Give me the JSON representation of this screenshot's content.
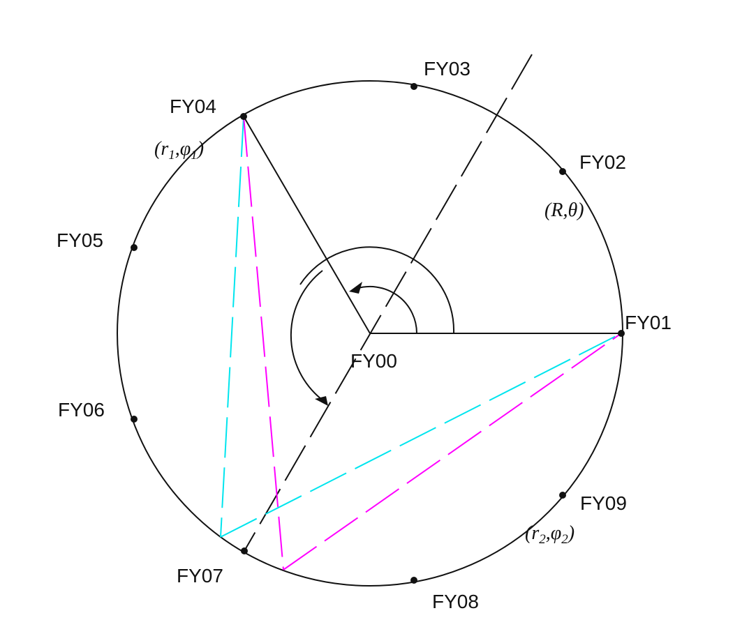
{
  "nodes": {
    "fy00": "FY00",
    "fy01": "FY01",
    "fy02": "FY02",
    "fy03": "FY03",
    "fy04": "FY04",
    "fy05": "FY05",
    "fy06": "FY06",
    "fy07": "FY07",
    "fy08": "FY08",
    "fy09": "FY09"
  },
  "coords": {
    "r_theta": {
      "open": "(",
      "r": "R",
      "comma": ",",
      "angle": "θ",
      "close": ")"
    },
    "r1_phi1": {
      "open": "(",
      "r": "r",
      "r_sub": "1",
      "comma": ",",
      "angle": "φ",
      "angle_sub": "1",
      "close": ")"
    },
    "r2_phi2": {
      "open": "(",
      "r": "r",
      "r_sub": "2",
      "comma": ",",
      "angle": "φ",
      "angle_sub": "2",
      "close": ")"
    }
  },
  "colors": {
    "outline": "#111111",
    "cyan_lines": "#00e5ee",
    "magenta_lines": "#ff00ff"
  }
}
